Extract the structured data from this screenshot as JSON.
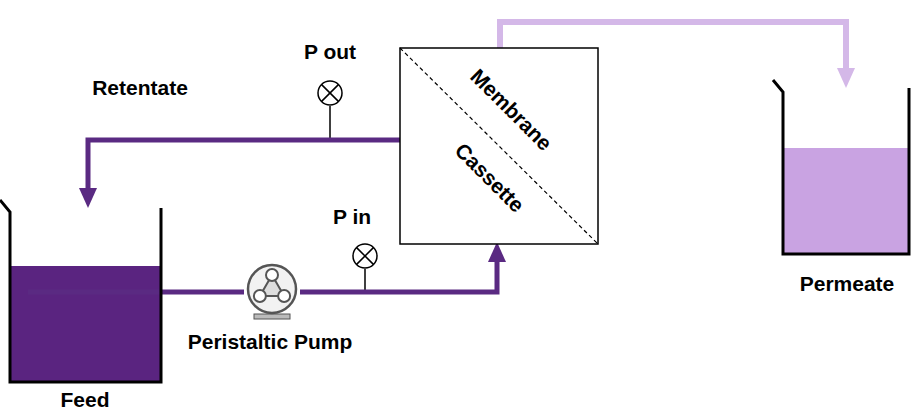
{
  "diagram": {
    "nodes": [
      {
        "text": [
          "P out"
        ]
      },
      {
        "text": [
          "Membrane",
          "Cassette"
        ]
      },
      {
        "text": [
          "P in"
        ]
      },
      {
        "text": [
          "Feed"
        ]
      },
      {
        "text": [
          "Peristaltic Pump"
        ]
      },
      {
        "text": [
          "Permeate"
        ]
      }
    ],
    "edges": [
      {
        "from": 3,
        "to": 4,
        "arrow": "none"
      },
      {
        "from": 4,
        "to": 1,
        "arrow": "to"
      },
      {
        "from": 1,
        "to": 3,
        "arrow": "to",
        "label": "Retentate"
      },
      {
        "from": 1,
        "to": 5,
        "arrow": "to"
      }
    ]
  }
}
